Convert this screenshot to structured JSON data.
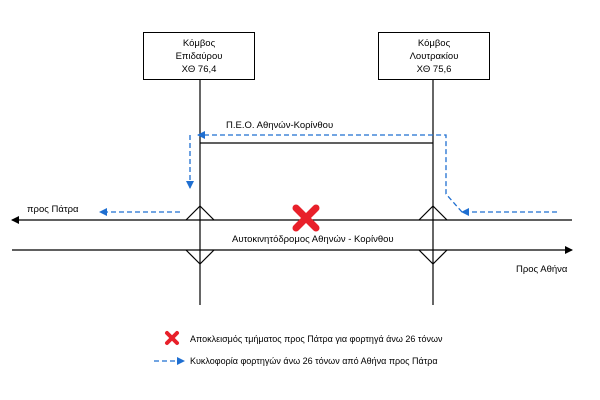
{
  "nodes": [
    {
      "name": "Κόμβος",
      "place": "Επιδαύρου",
      "code": "ΧΘ 76,4"
    },
    {
      "name": "Κόμβος",
      "place": "Λουτρακίου",
      "code": "ΧΘ 75,6"
    }
  ],
  "labels": {
    "peo": "Π.Ε.Ο. Αθηνών-Κορίνθου",
    "highway": "Αυτοκινητόδρομος Αθηνών - Κορίνθου",
    "to_patra": "προς Πάτρα",
    "to_athens": "Προς Αθήνα"
  },
  "legend": {
    "closure": "Αποκλεισμός τμήματος προς Πάτρα για φορτηγά άνω 26 τόνων",
    "detour": "Κυκλοφορία φορτηγών άνω 26 τόνων από Αθήνα προς Πάτρα"
  },
  "colors": {
    "road": "#000000",
    "detour": "#1f6fd1",
    "closure": "#e8202a"
  },
  "icons": {
    "closure": "red-x-icon",
    "detour": "dashed-arrow-icon"
  }
}
